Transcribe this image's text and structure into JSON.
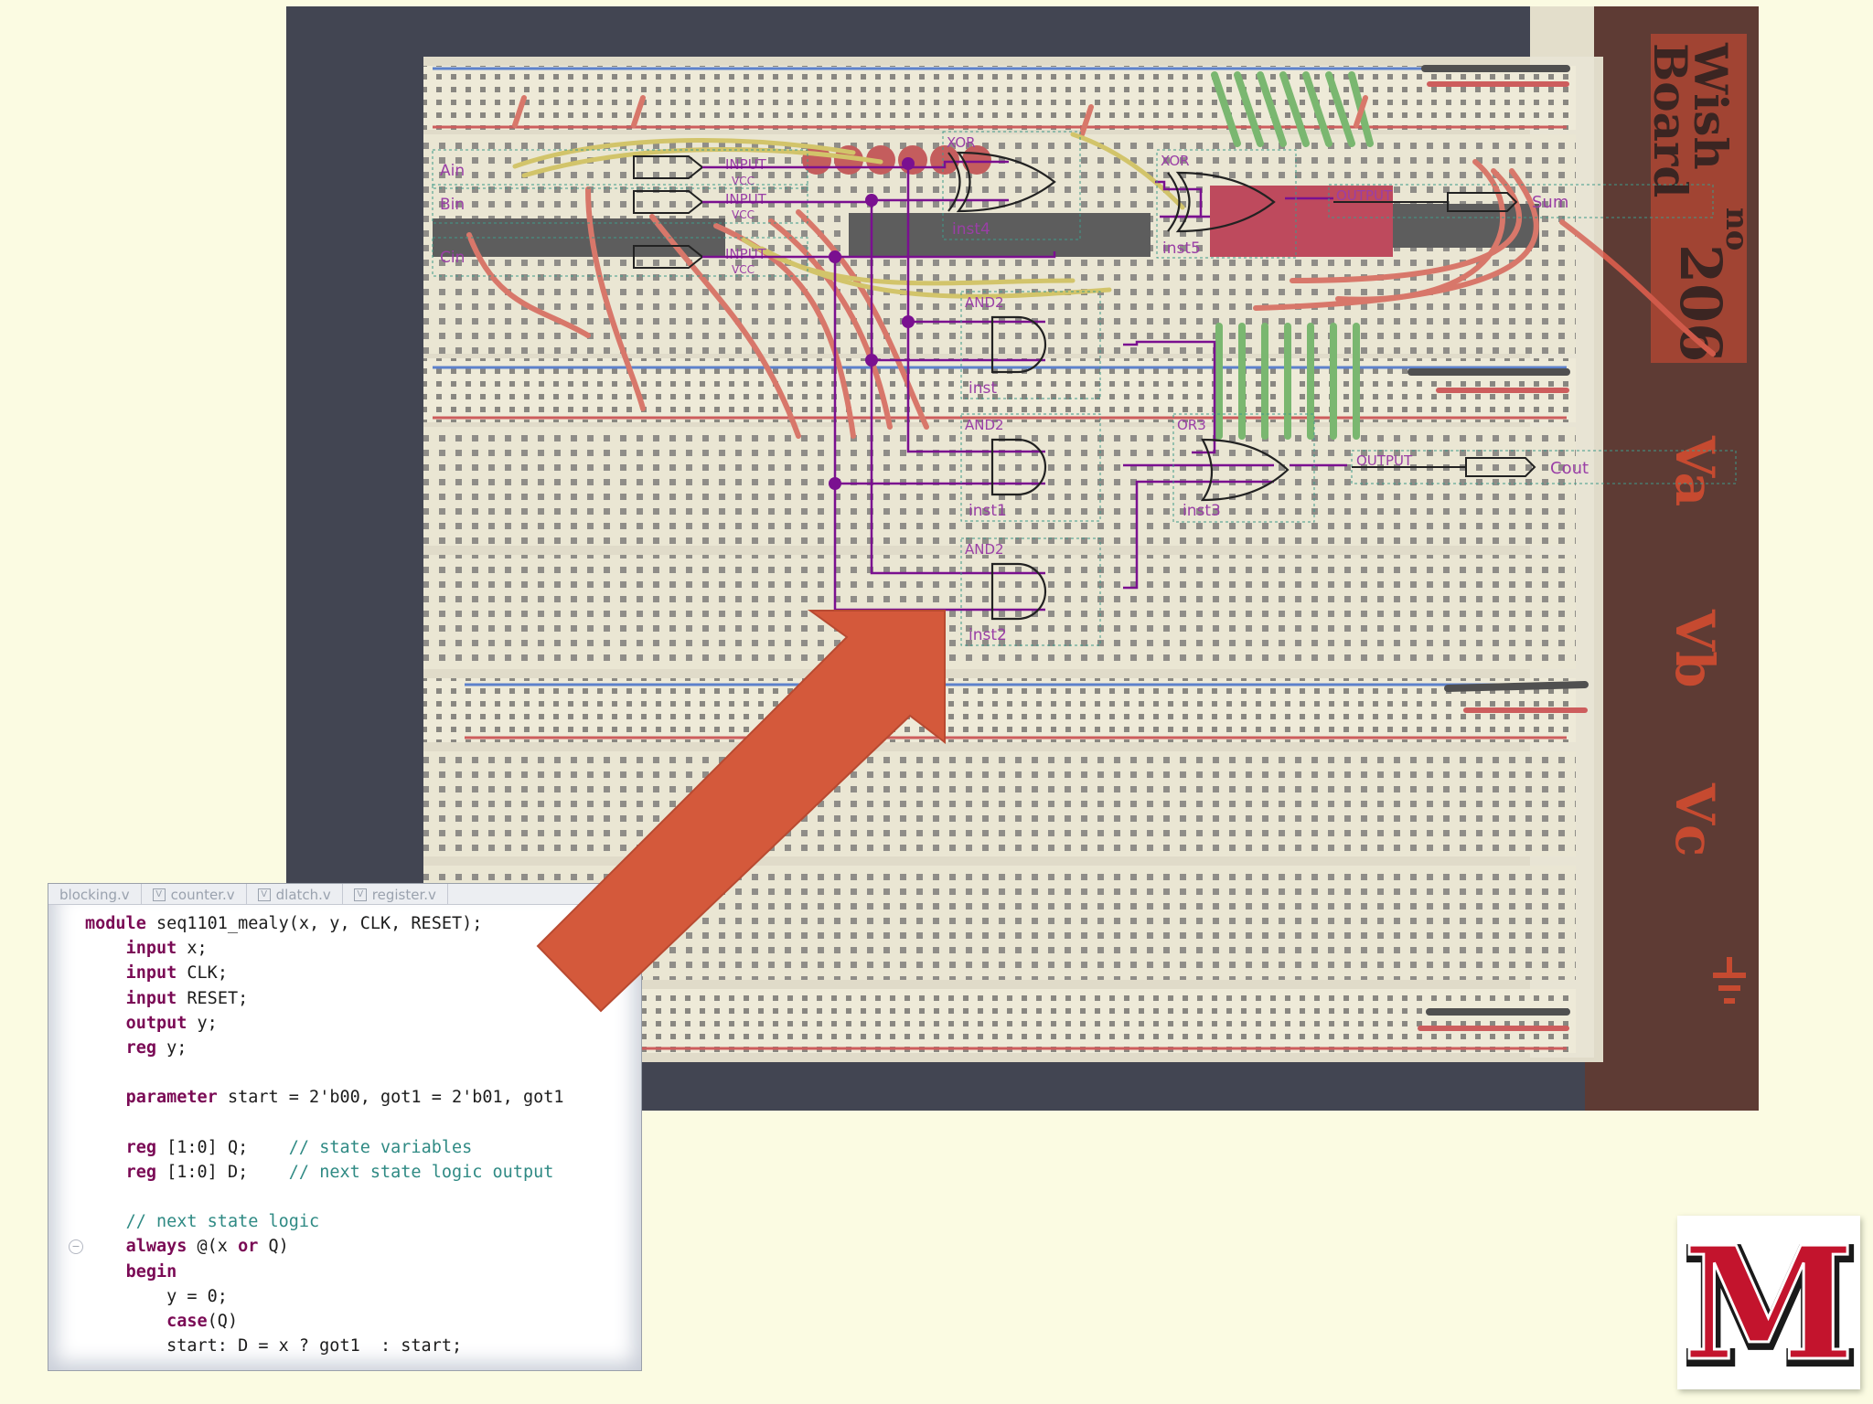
{
  "editor": {
    "tabs": [
      "blocking.v",
      "counter.v",
      "dlatch.v",
      "register.v"
    ],
    "lines": [
      [
        {
          "t": "module",
          "k": 1
        },
        {
          "t": " seq1101_mealy(x, y, CLK, RESET);"
        }
      ],
      [
        {
          "t": "    "
        },
        {
          "t": "input",
          "k": 1
        },
        {
          "t": " x;"
        }
      ],
      [
        {
          "t": "    "
        },
        {
          "t": "input",
          "k": 1
        },
        {
          "t": " CLK;"
        }
      ],
      [
        {
          "t": "    "
        },
        {
          "t": "input",
          "k": 1
        },
        {
          "t": " RESET;"
        }
      ],
      [
        {
          "t": "    "
        },
        {
          "t": "output",
          "k": 1
        },
        {
          "t": " y;"
        }
      ],
      [
        {
          "t": "    "
        },
        {
          "t": "reg",
          "k": 1
        },
        {
          "t": " y;"
        }
      ],
      [],
      [
        {
          "t": "    "
        },
        {
          "t": "parameter",
          "k": 1
        },
        {
          "t": " start = 2'b00, got1 = 2'b01, got1"
        }
      ],
      [],
      [
        {
          "t": "    "
        },
        {
          "t": "reg",
          "k": 1
        },
        {
          "t": " [1:0] Q;    "
        },
        {
          "t": "// state variables",
          "c": 1
        }
      ],
      [
        {
          "t": "    "
        },
        {
          "t": "reg",
          "k": 1
        },
        {
          "t": " [1:0] D;    "
        },
        {
          "t": "// next state logic output",
          "c": 1
        }
      ],
      [],
      [
        {
          "t": "    "
        },
        {
          "t": "// next state logic",
          "c": 1
        }
      ],
      [
        {
          "t": "    "
        },
        {
          "t": "always",
          "k": 1
        },
        {
          "t": " @(x "
        },
        {
          "t": "or",
          "k": 1
        },
        {
          "t": " Q)"
        }
      ],
      [
        {
          "t": "    "
        },
        {
          "t": "begin",
          "k": 1
        }
      ],
      [
        {
          "t": "        y = 0;"
        }
      ],
      [
        {
          "t": "        "
        },
        {
          "t": "case",
          "k": 1
        },
        {
          "t": "(Q)"
        }
      ],
      [
        {
          "t": "        start: D = x ? got1  : start;"
        }
      ]
    ]
  },
  "schematic": {
    "inputs": [
      {
        "name": "Ain",
        "pin": "INPUT",
        "tag": "VCC"
      },
      {
        "name": "Bin",
        "pin": "INPUT",
        "tag": "VCC"
      },
      {
        "name": "Cin",
        "pin": "INPUT",
        "tag": "VCC"
      }
    ],
    "gates": [
      {
        "type": "XOR",
        "inst": "inst4"
      },
      {
        "type": "XOR",
        "inst": "inst5"
      },
      {
        "type": "AND2",
        "inst": "inst"
      },
      {
        "type": "AND2",
        "inst": "inst1"
      },
      {
        "type": "AND2",
        "inst": "inst2"
      },
      {
        "type": "OR3",
        "inst": "inst3"
      }
    ],
    "outputs": [
      {
        "name": "Sum",
        "pin": "OUTPUT"
      },
      {
        "name": "Cout",
        "pin": "OUTPUT"
      }
    ]
  },
  "board": {
    "brand_lines": [
      "Wish",
      "Board"
    ],
    "brand_suffix": "no",
    "model": "206",
    "voltage_labels": [
      "Va",
      "Vb",
      "Vc"
    ]
  },
  "logo": {
    "letter": "M",
    "color": "#c3142d"
  },
  "colors": {
    "background": "#fbfbe2",
    "arrow": "#d4593b",
    "wire": "#7a1090",
    "board": "#ece7cf",
    "panel": "#8c3b2c"
  }
}
